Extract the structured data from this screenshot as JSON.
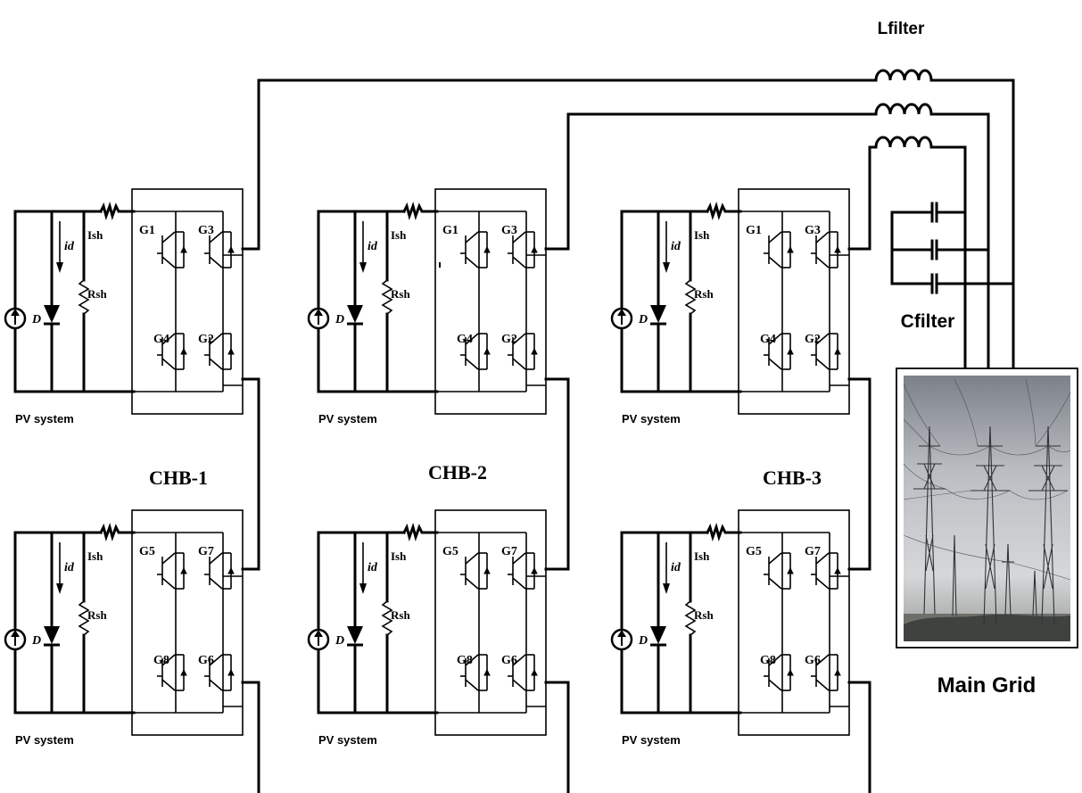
{
  "labels": {
    "lfilter": "Lfilter",
    "cfilter": "Cfilter",
    "main_grid": "Main Grid",
    "chb1": "CHB-1",
    "chb2": "CHB-2",
    "chb3": "CHB-3"
  },
  "cell_text": {
    "pv_system": "PV system",
    "id": "id",
    "diode": "D",
    "ish": "Ish",
    "rsh": "Rsh"
  },
  "top_gates": [
    "G1",
    "G3",
    "G4",
    "G2"
  ],
  "bottom_gates": [
    "G5",
    "G7",
    "G8",
    "G6"
  ],
  "grid_image": "transmission-towers-photo"
}
